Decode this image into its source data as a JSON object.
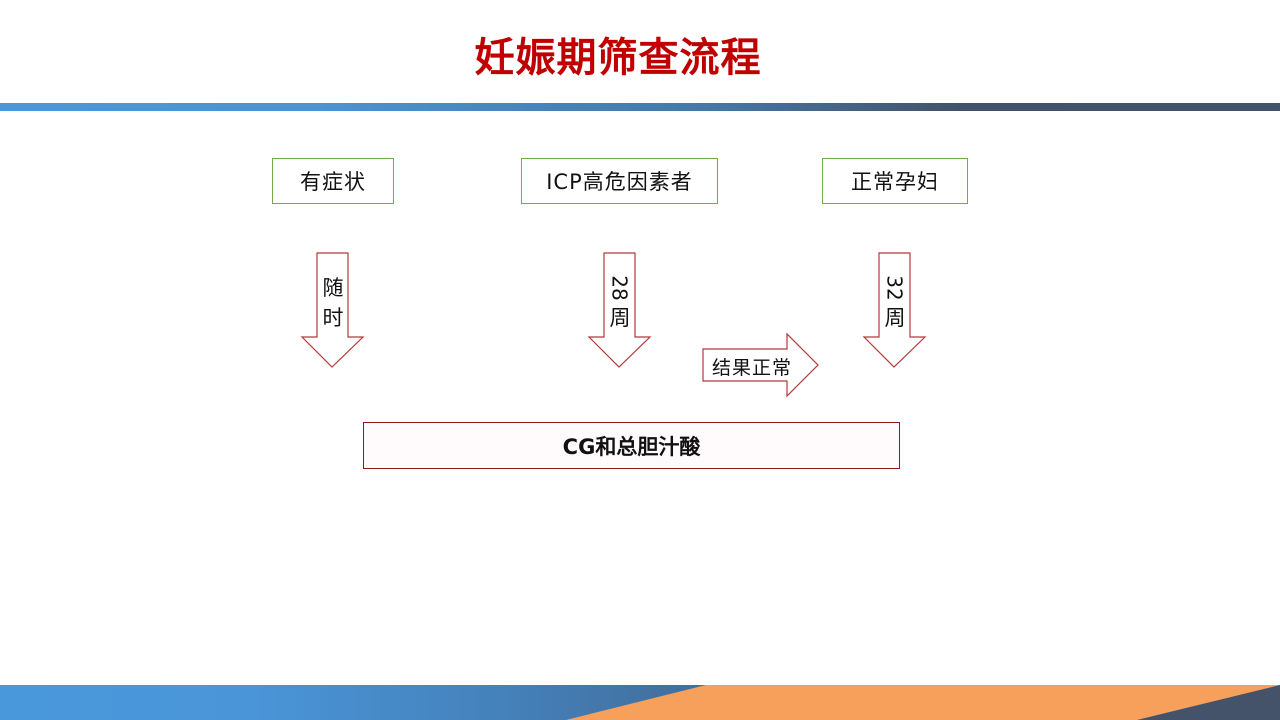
{
  "slide": {
    "title": "妊娠期筛查流程",
    "colors": {
      "title": "#c00000",
      "box_border_green": "#70ad47",
      "arrow_border_red": "#b03a3a",
      "result_border": "#8b1a1a",
      "footer_orange": "#f7a05c",
      "footer_navy": "#445369",
      "accent_blue": "#4a98dc"
    }
  },
  "flow": {
    "groups": [
      {
        "label": "有症状",
        "arrow_text_rotated": "",
        "arrow_text_upright": "随时",
        "arrow_line1": "随",
        "arrow_line2": "时"
      },
      {
        "label": "ICP高危因素者",
        "arrow_line1": "28",
        "arrow_line2": "周"
      },
      {
        "label": "正常孕妇",
        "arrow_line1": "32",
        "arrow_line2": "周"
      }
    ],
    "side_arrow_label": "结果正常",
    "test_box_label": "CG和总胆汁酸"
  }
}
